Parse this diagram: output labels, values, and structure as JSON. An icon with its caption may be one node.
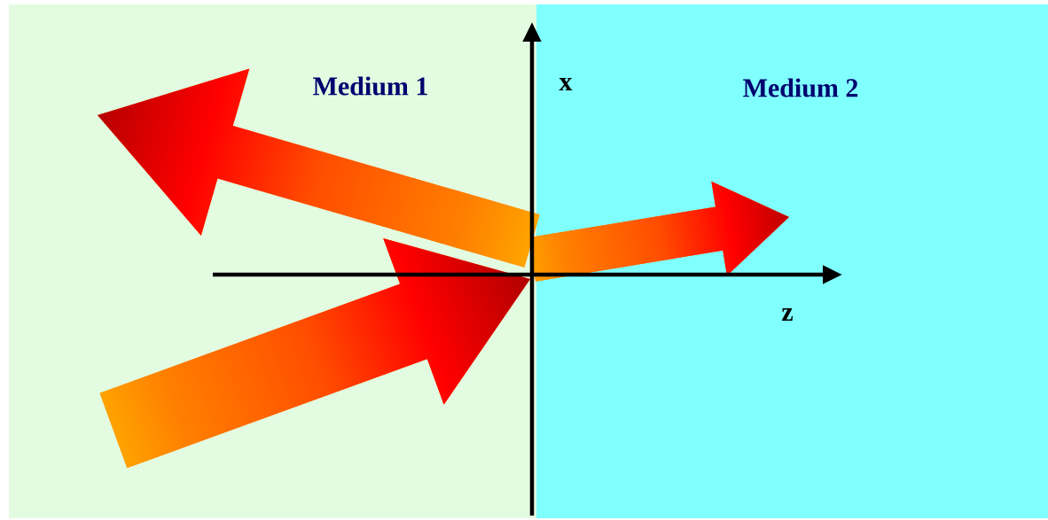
{
  "diagram": {
    "labels": [
      "Medium 1",
      "x",
      "Medium 2",
      "z"
    ]
  }
}
